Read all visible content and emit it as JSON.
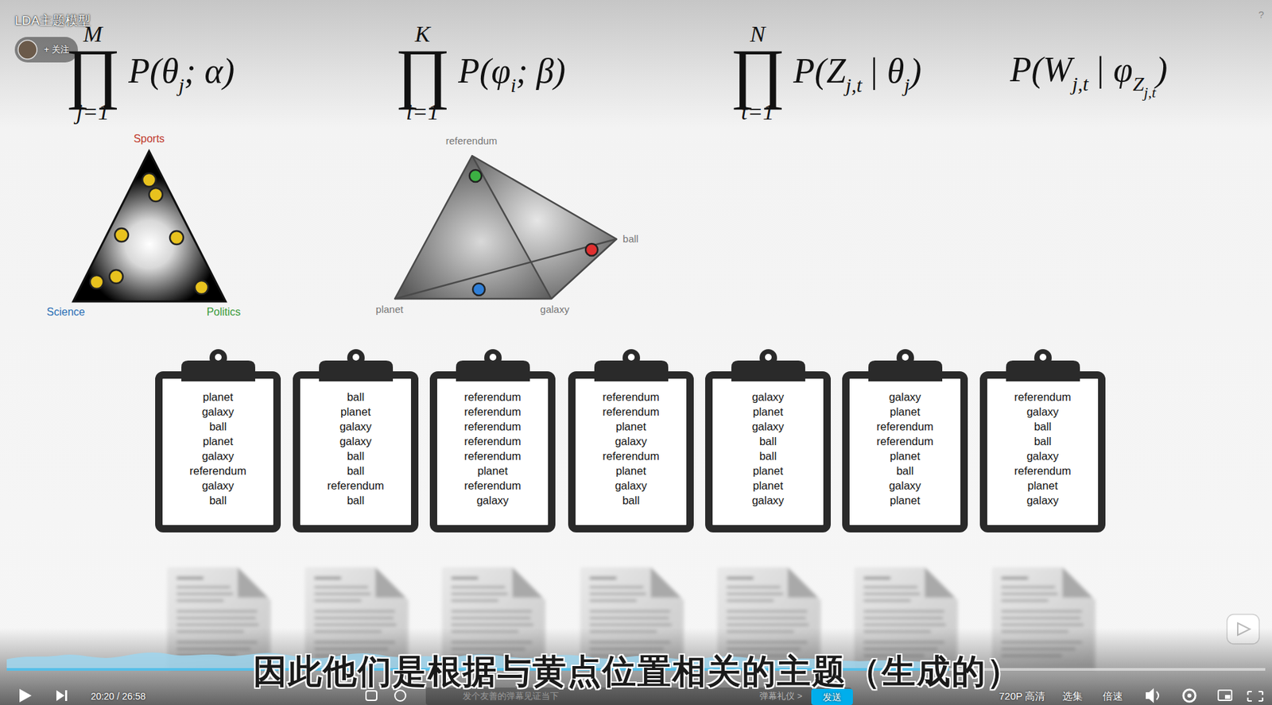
{
  "diagram": {
    "title": "LDA主题模型",
    "caption": "因此他们是根据与黄点位置相关的主题（生成的）",
    "nodes": [
      {
        "text": [
          "planet",
          "galaxy",
          "ball",
          "planet",
          "galaxy",
          "referendum",
          "galaxy",
          "ball"
        ]
      },
      {
        "text": [
          "ball",
          "planet",
          "galaxy",
          "galaxy",
          "ball",
          "ball",
          "referendum",
          "ball"
        ]
      },
      {
        "text": [
          "referendum",
          "referendum",
          "referendum",
          "referendum",
          "referendum",
          "planet",
          "referendum",
          "galaxy"
        ]
      },
      {
        "text": [
          "referendum",
          "referendum",
          "planet",
          "galaxy",
          "referendum",
          "planet",
          "galaxy",
          "ball"
        ]
      },
      {
        "text": [
          "galaxy",
          "planet",
          "galaxy",
          "ball",
          "ball",
          "planet",
          "planet",
          "galaxy"
        ]
      },
      {
        "text": [
          "galaxy",
          "planet",
          "referendum",
          "referendum",
          "planet",
          "ball",
          "galaxy",
          "planet"
        ]
      },
      {
        "text": [
          "referendum",
          "galaxy",
          "ball",
          "ball",
          "galaxy",
          "referendum",
          "planet",
          "galaxy"
        ]
      }
    ],
    "labels": [
      "+ 关注",
      "M",
      "∏",
      "j=1",
      "P(θ",
      "j",
      "; α)",
      "K",
      "∏",
      "i=1",
      "P(φ",
      "i",
      "; β)",
      "N",
      "∏",
      "t=1",
      "P(Z",
      "j,t",
      "| θ",
      "j",
      ")",
      "P(W",
      "j,t",
      "| φ",
      "Z",
      "j,t",
      ")",
      "Sports",
      "Science",
      "Politics",
      "referendum",
      "ball",
      "planet",
      "galaxy",
      "20:20 / 26:58",
      "发个友善的弹幕见证当下",
      "弹幕礼仪 >",
      "发送",
      "720P 高清",
      "选集",
      "倍速",
      "?"
    ]
  }
}
